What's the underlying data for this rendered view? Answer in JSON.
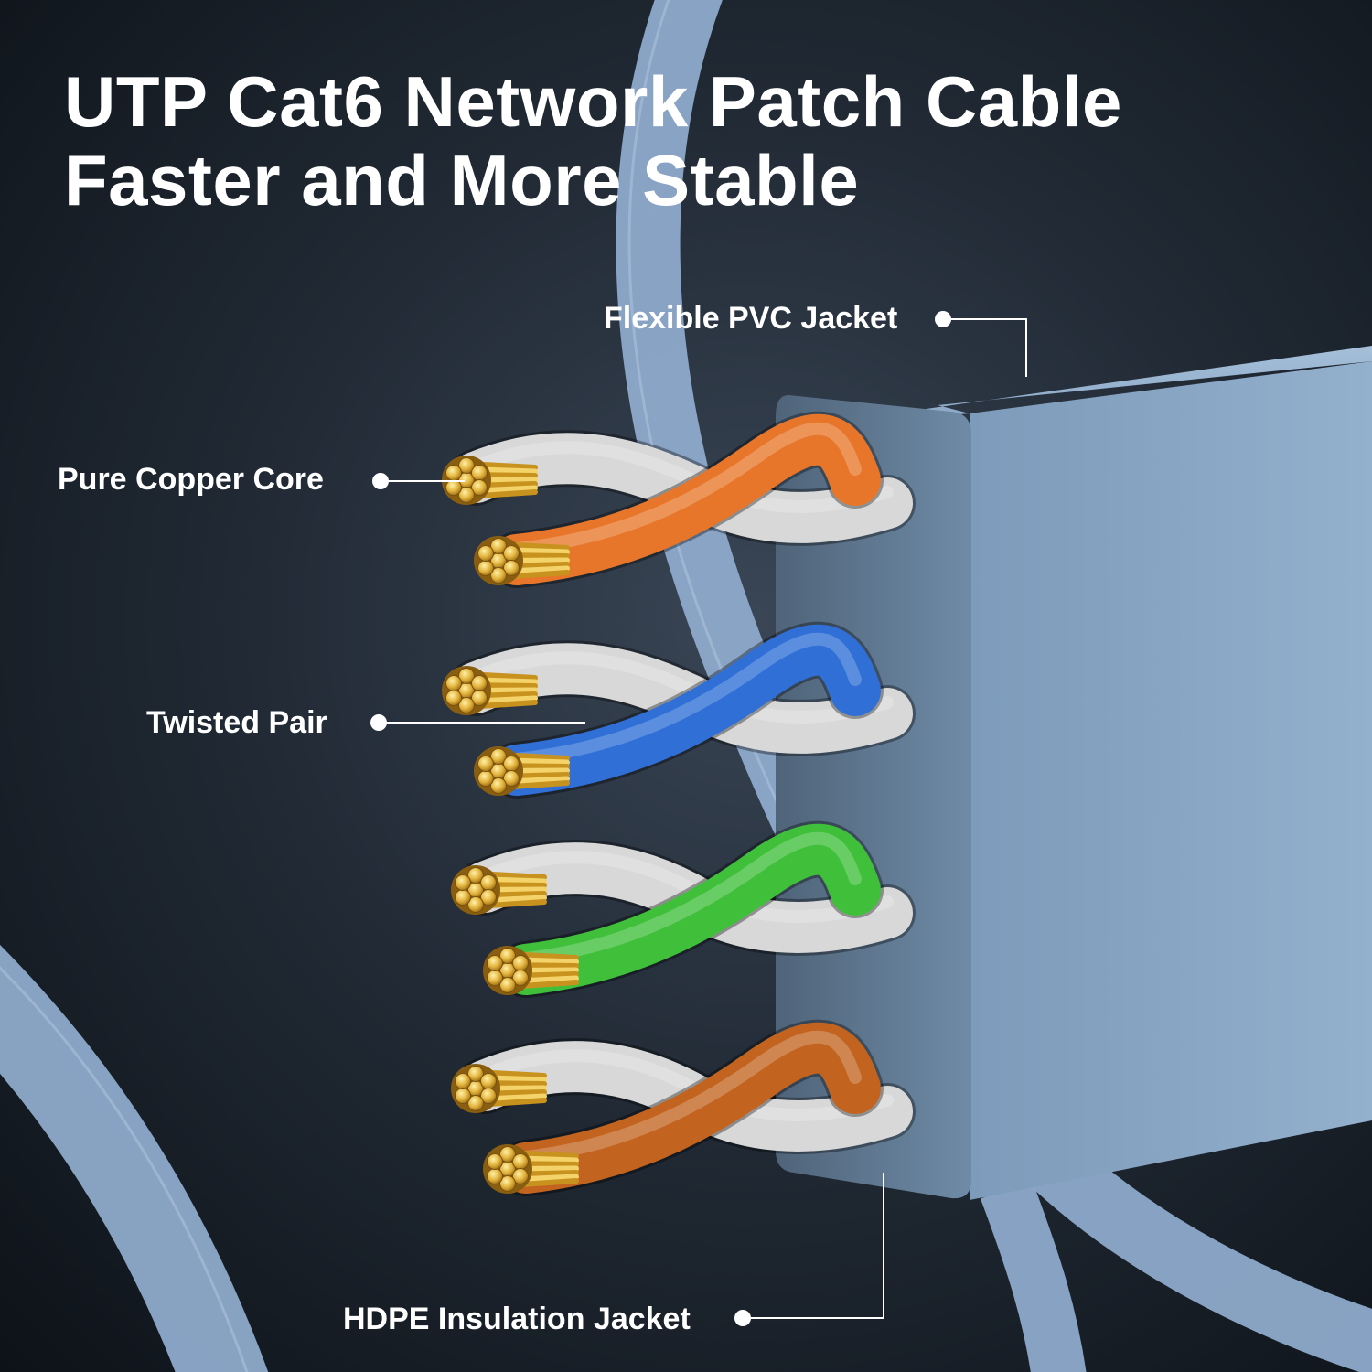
{
  "title": {
    "line1": "UTP Cat6 Network Patch Cable",
    "line2": "Faster and More Stable"
  },
  "callouts": {
    "jacket": "Flexible PVC Jacket",
    "copper": "Pure Copper Core",
    "twisted": "Twisted Pair",
    "insulation": "HDPE Insulation Jacket"
  },
  "colors": {
    "background": "#1a222c",
    "cable_jacket": "#8aa9c8",
    "cable_face": "#6e8aa6",
    "copper": "#e0b23c",
    "pair_orange": "#e8762a",
    "pair_blue": "#2f6fd6",
    "pair_green": "#3fbf3a",
    "pair_brown": "#c2641f",
    "white_wire": "#d8d8d8"
  },
  "wire_pairs": [
    "orange",
    "blue",
    "green",
    "brown"
  ]
}
